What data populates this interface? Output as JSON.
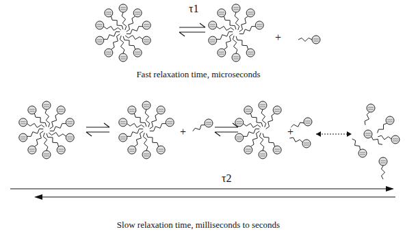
{
  "diagram": {
    "labels": [
      "τ1",
      "+",
      "Fast relaxation time, microseconds",
      "+",
      "+",
      "τ2",
      "Slow relaxation time, milliseconds to seconds"
    ]
  }
}
